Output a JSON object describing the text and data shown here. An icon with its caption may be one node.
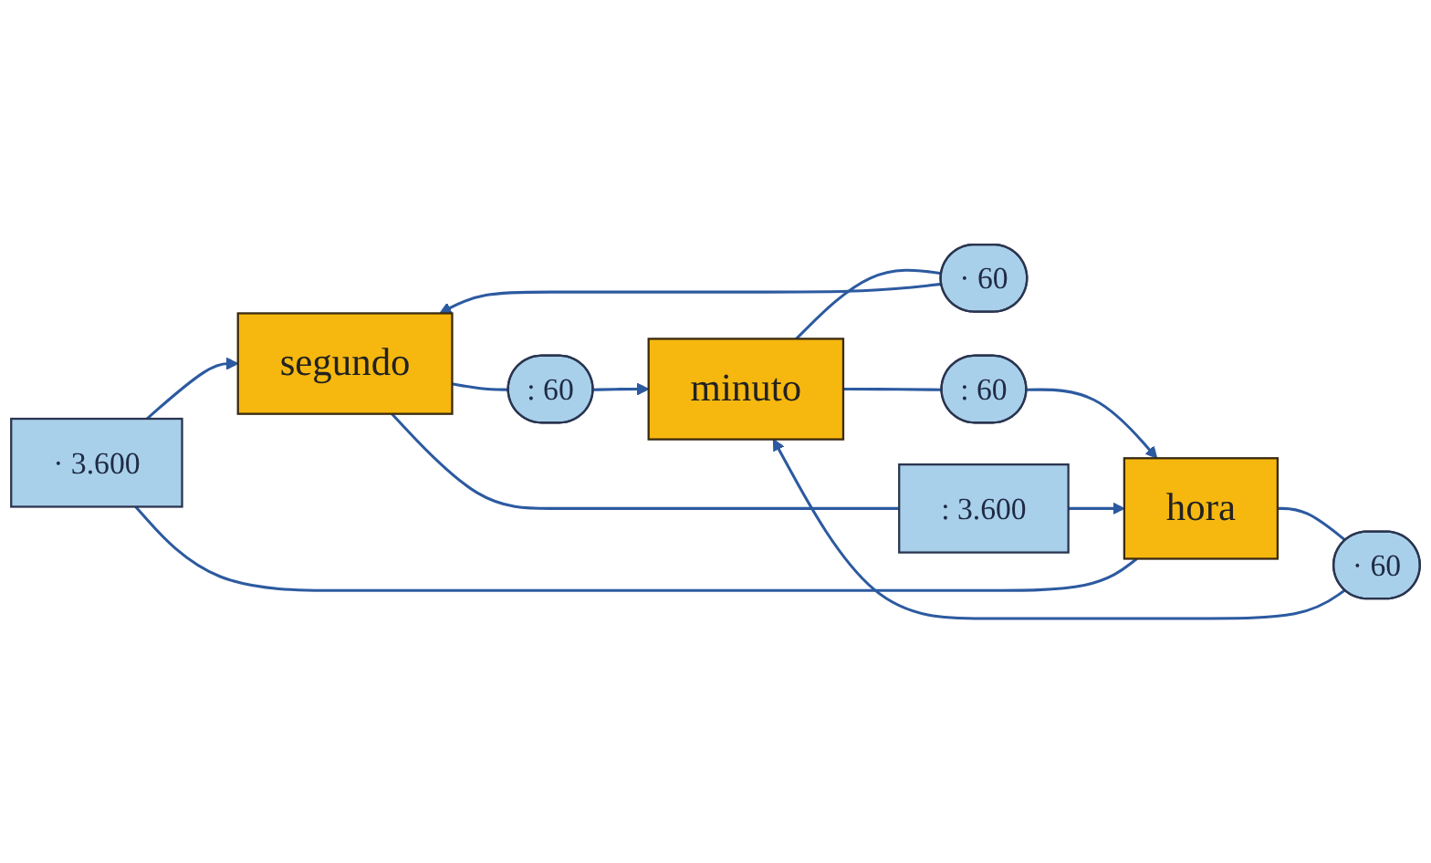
{
  "diagram": {
    "nodes": [
      {
        "text": [
          "· 3.600"
        ]
      },
      {
        "text": [
          "· 60"
        ]
      },
      {
        "text": [
          "· 60"
        ]
      },
      {
        "text": [
          "hora"
        ]
      },
      {
        "text": [
          "minuto"
        ]
      },
      {
        "text": [
          "segundo"
        ]
      },
      {
        "text": [
          ": 60"
        ]
      },
      {
        "text": [
          ": 60"
        ]
      },
      {
        "text": [
          ": 3.600"
        ]
      }
    ],
    "edges": [
      {
        "from": 3,
        "to": 0,
        "arrow": "none"
      },
      {
        "from": 0,
        "to": 5,
        "arrow": "to"
      },
      {
        "from": 3,
        "to": 1,
        "arrow": "none"
      },
      {
        "from": 1,
        "to": 4,
        "arrow": "to"
      },
      {
        "from": 4,
        "to": 2,
        "arrow": "none"
      },
      {
        "from": 2,
        "to": 5,
        "arrow": "to"
      },
      {
        "from": 4,
        "to": 6,
        "arrow": "none"
      },
      {
        "from": 6,
        "to": 3,
        "arrow": "to"
      },
      {
        "from": 5,
        "to": 7,
        "arrow": "none"
      },
      {
        "from": 7,
        "to": 4,
        "arrow": "to"
      },
      {
        "from": 5,
        "to": 8,
        "arrow": "none"
      },
      {
        "from": 8,
        "to": 3,
        "arrow": "to"
      }
    ]
  }
}
